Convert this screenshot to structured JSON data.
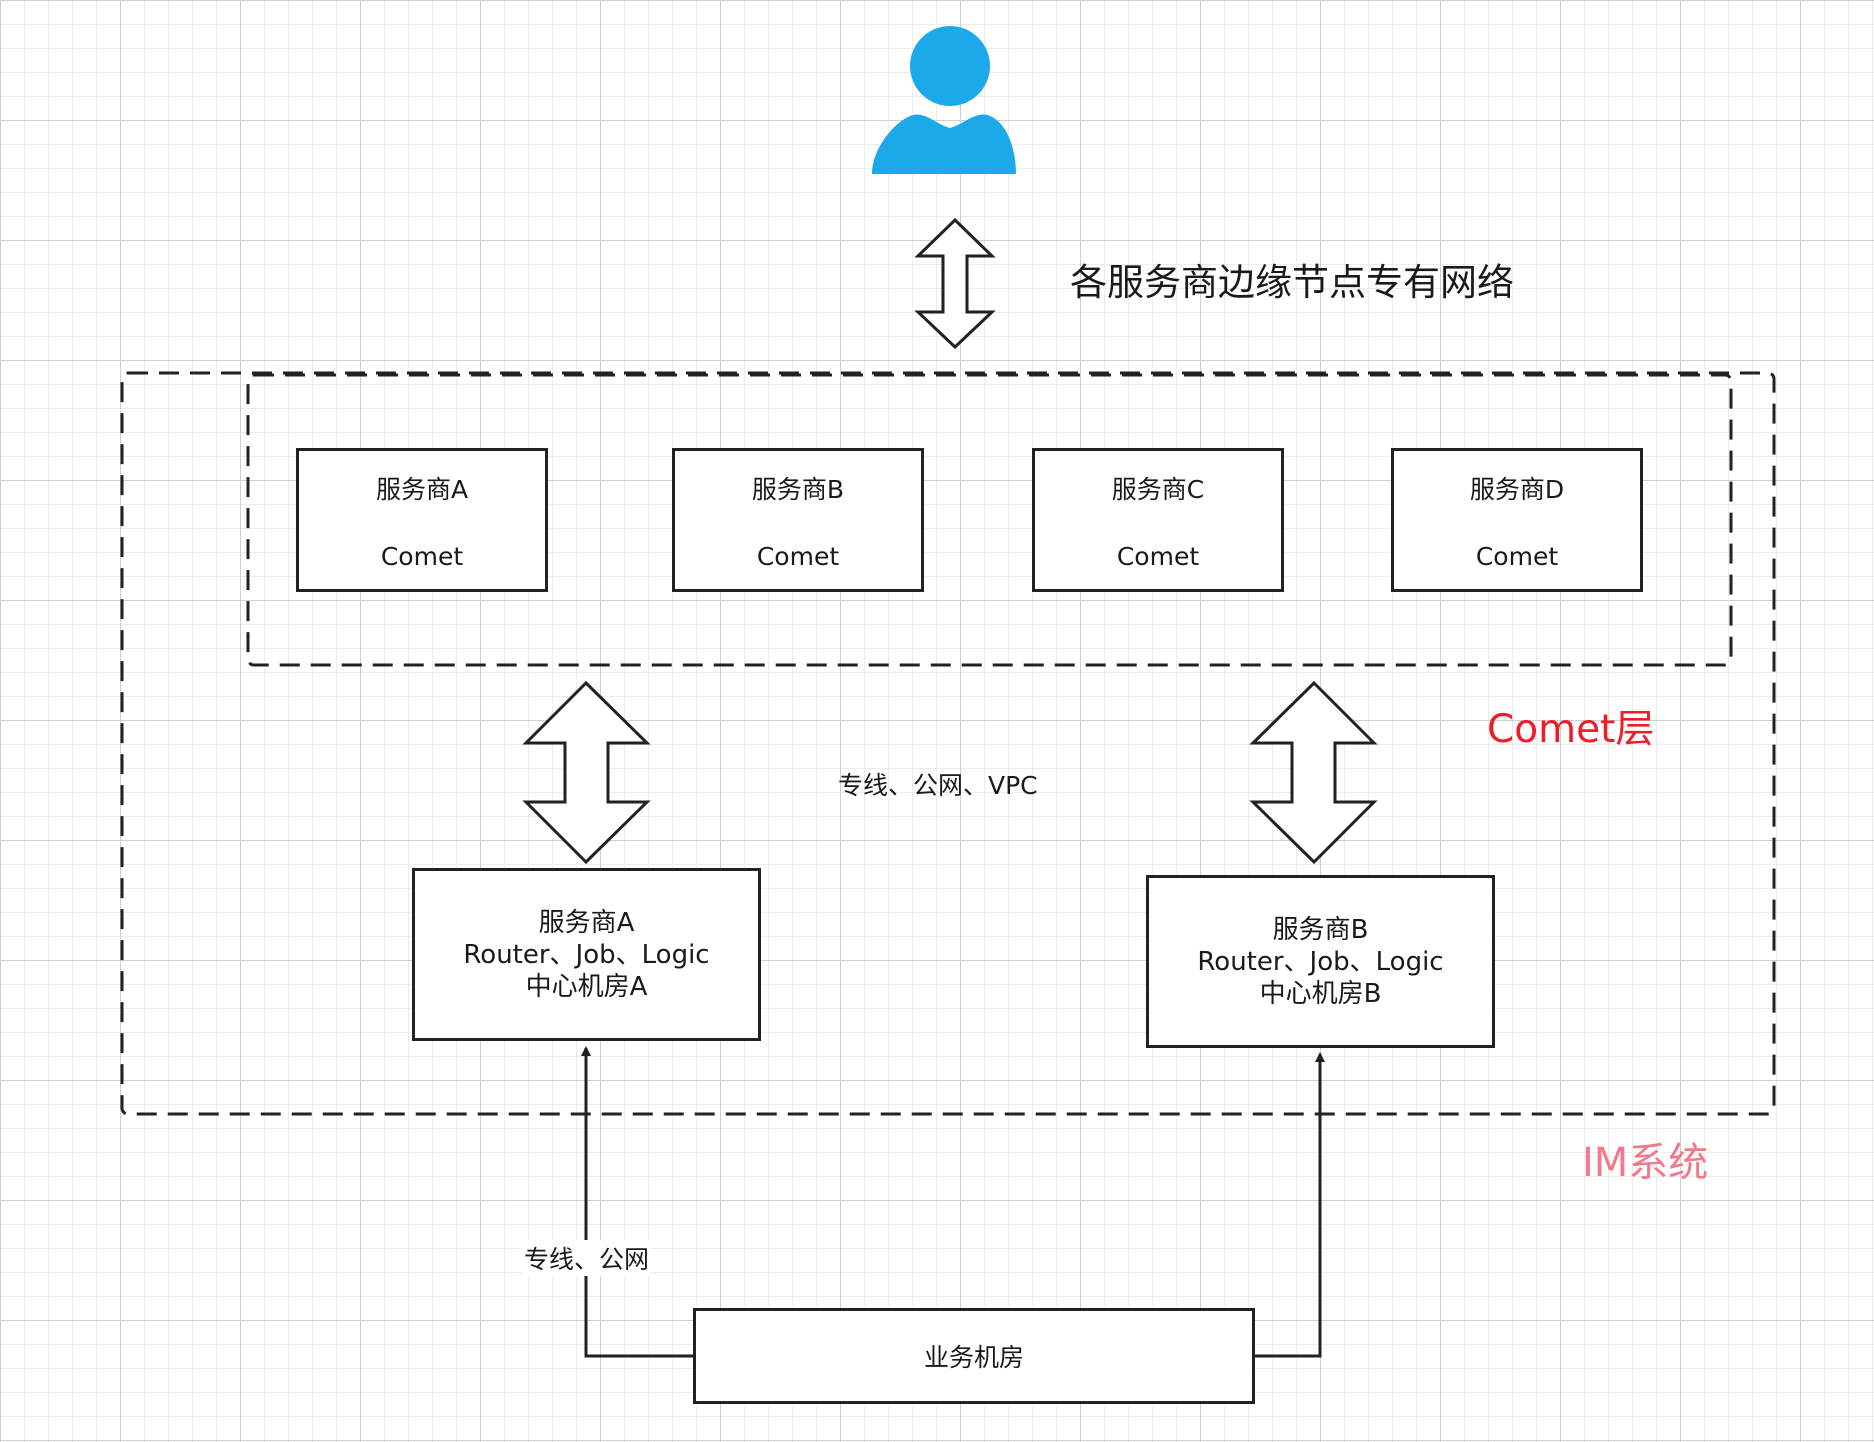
{
  "network_label": "各服务商边缘节点专有网络",
  "comet_layer_label": "Comet层",
  "im_system_label": "IM系统",
  "comet_nodes": [
    {
      "provider": "服务商A",
      "role": "Comet"
    },
    {
      "provider": "服务商B",
      "role": "Comet"
    },
    {
      "provider": "服务商C",
      "role": "Comet"
    },
    {
      "provider": "服务商D",
      "role": "Comet"
    }
  ],
  "link_label_middle": "专线、公网、VPC",
  "link_label_bottom": "专线、公网",
  "datacenters": [
    {
      "provider": "服务商A",
      "services": "Router、Job、Logic",
      "location": "中心机房A"
    },
    {
      "provider": "服务商B",
      "services": "Router、Job、Logic",
      "location": "中心机房B"
    }
  ],
  "business_dc_label": "业务机房",
  "colors": {
    "user_icon": "#1ba9ea",
    "comet_layer_label": "#ee1d2a",
    "im_system_label": "#f07a8a",
    "stroke": "#222222"
  },
  "icons": {
    "user": "user-icon"
  }
}
